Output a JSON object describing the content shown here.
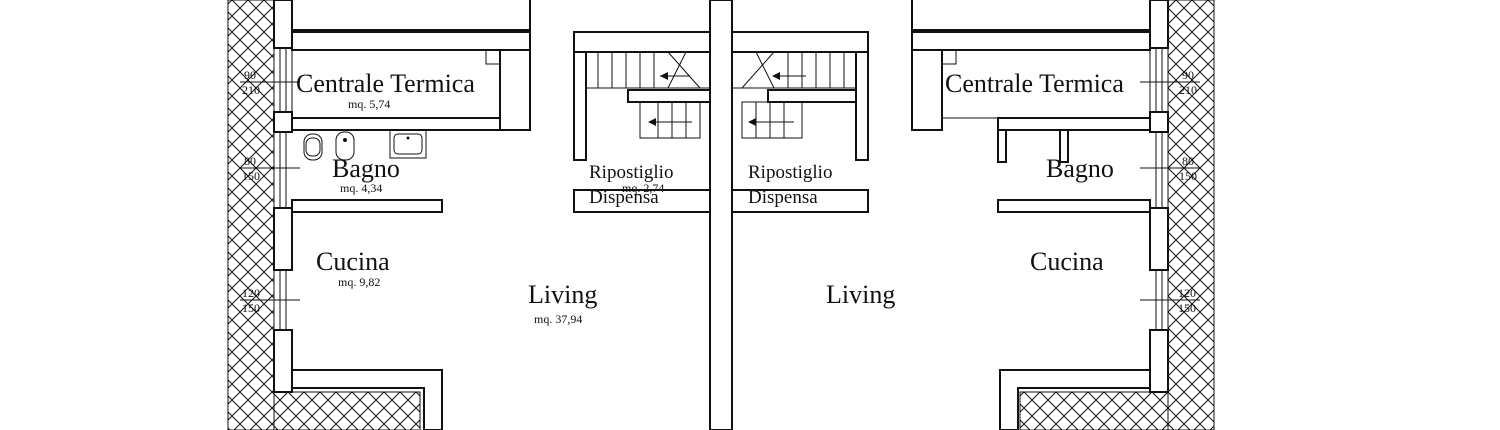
{
  "units": {
    "left": {
      "centrale_termica": {
        "label": "Centrale Termica",
        "area": "mq. 5,74"
      },
      "bagno": {
        "label": "Bagno",
        "area": "mq. 4,34"
      },
      "cucina": {
        "label": "Cucina",
        "area": "mq. 9,82"
      },
      "living": {
        "label": "Living",
        "area": "mq. 37,94"
      },
      "ripostiglio": {
        "label_line1": "Ripostiglio",
        "label_line2": "Dispensa",
        "area": "mq. 2,74"
      }
    },
    "right": {
      "centrale_termica": {
        "label": "Centrale Termica"
      },
      "bagno": {
        "label": "Bagno"
      },
      "cucina": {
        "label": "Cucina"
      },
      "living": {
        "label": "Living"
      },
      "ripostiglio": {
        "label_line1": "Ripostiglio",
        "label_line2": "Dispensa"
      }
    }
  },
  "windows": {
    "left": [
      {
        "width": "90",
        "height": "210"
      },
      {
        "width": "80",
        "height": "150"
      },
      {
        "width": "120",
        "height": "150"
      }
    ],
    "right": [
      {
        "width": "90",
        "height": "210"
      },
      {
        "width": "80",
        "height": "150"
      },
      {
        "width": "120",
        "height": "150"
      }
    ]
  },
  "colors": {
    "line": "#111111",
    "background": "#ffffff"
  }
}
